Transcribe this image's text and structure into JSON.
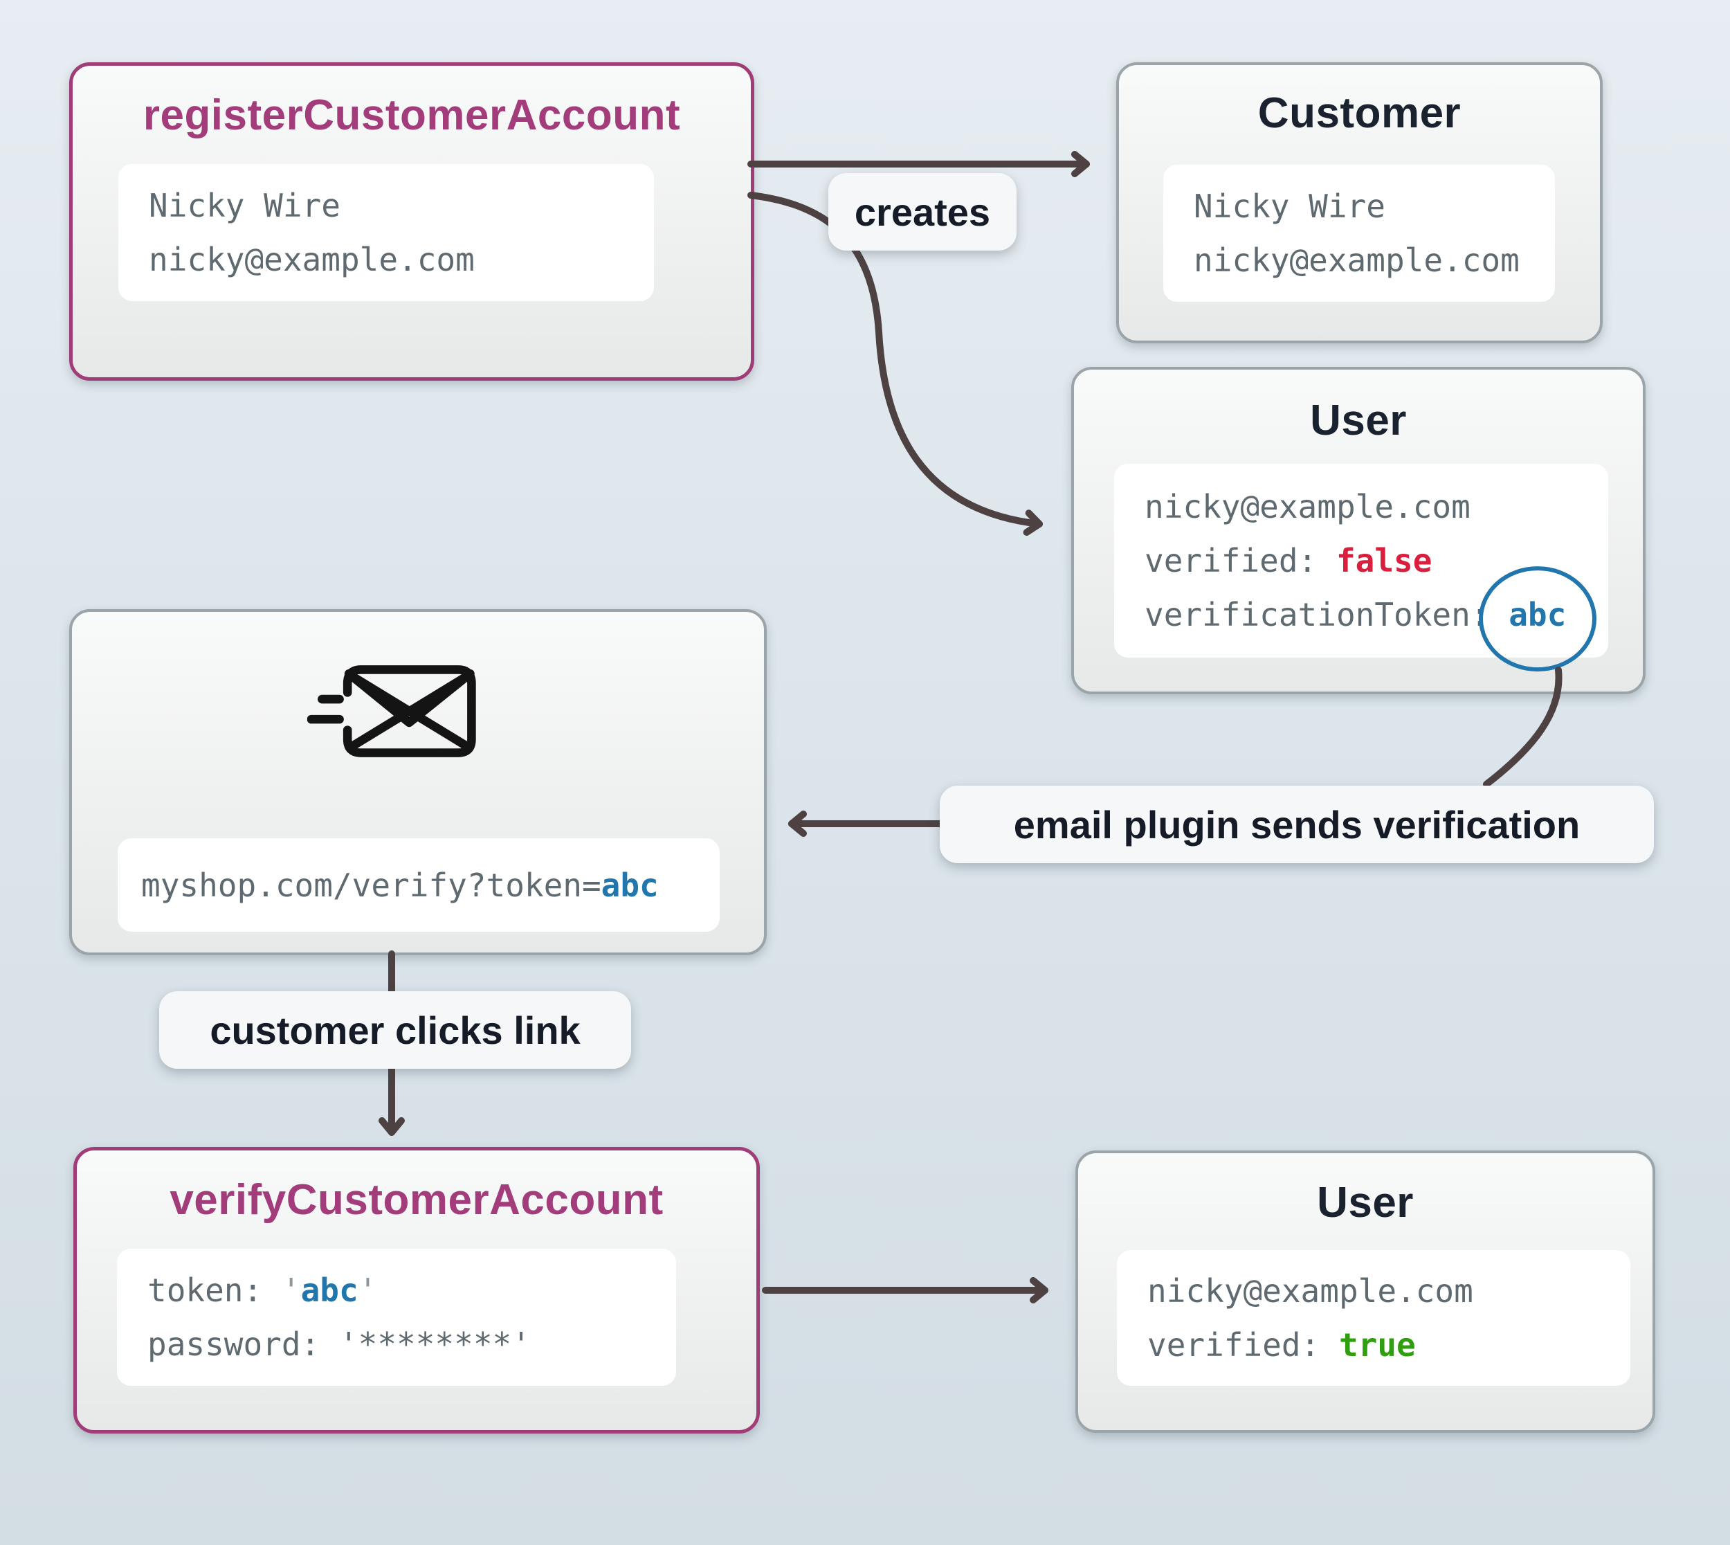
{
  "nodes": {
    "register": {
      "title": "registerCustomerAccount",
      "name": "Nicky Wire",
      "email": "nicky@example.com"
    },
    "customer": {
      "title": "Customer",
      "name": "Nicky Wire",
      "email": "nicky@example.com"
    },
    "userUnverified": {
      "title": "User",
      "email": "nicky@example.com",
      "verifiedKey": "verified: ",
      "verifiedValue": "false",
      "tokenKey": "verificationToken: ",
      "tokenValue": "abc"
    },
    "emailMessage": {
      "icon": "email-send-icon",
      "urlPrefix": "myshop.com/verify?token=",
      "urlToken": "abc"
    },
    "verify": {
      "title": "verifyCustomerAccount",
      "tokenKey": "token: ",
      "quote": "'",
      "tokenValue": "abc",
      "passwordKey": "password: ",
      "passwordValue": "'********'"
    },
    "userVerified": {
      "title": "User",
      "email": "nicky@example.com",
      "verifiedKey": "verified: ",
      "verifiedValue": "true"
    }
  },
  "edges": {
    "creates": "creates",
    "emailPlugin": "email plugin sends verification",
    "clicksLink": "customer clicks link"
  },
  "colors": {
    "background_top": "#e7edf2",
    "background_bottom": "#d3dde4",
    "node_border_gray": "#9ba5a9",
    "node_border_purple": "#a03c78",
    "title_purple": "#a23c7a",
    "title_dark": "#1a2230",
    "code_gray": "#5f6a70",
    "code_quote": "#8d979c",
    "value_false_red": "#d91f3d",
    "value_true_green": "#2f9e0f",
    "token_blue": "#2176ae",
    "arrow": "#4d4142",
    "label_bg": "#f6f7f8",
    "label_text": "#151c28"
  }
}
